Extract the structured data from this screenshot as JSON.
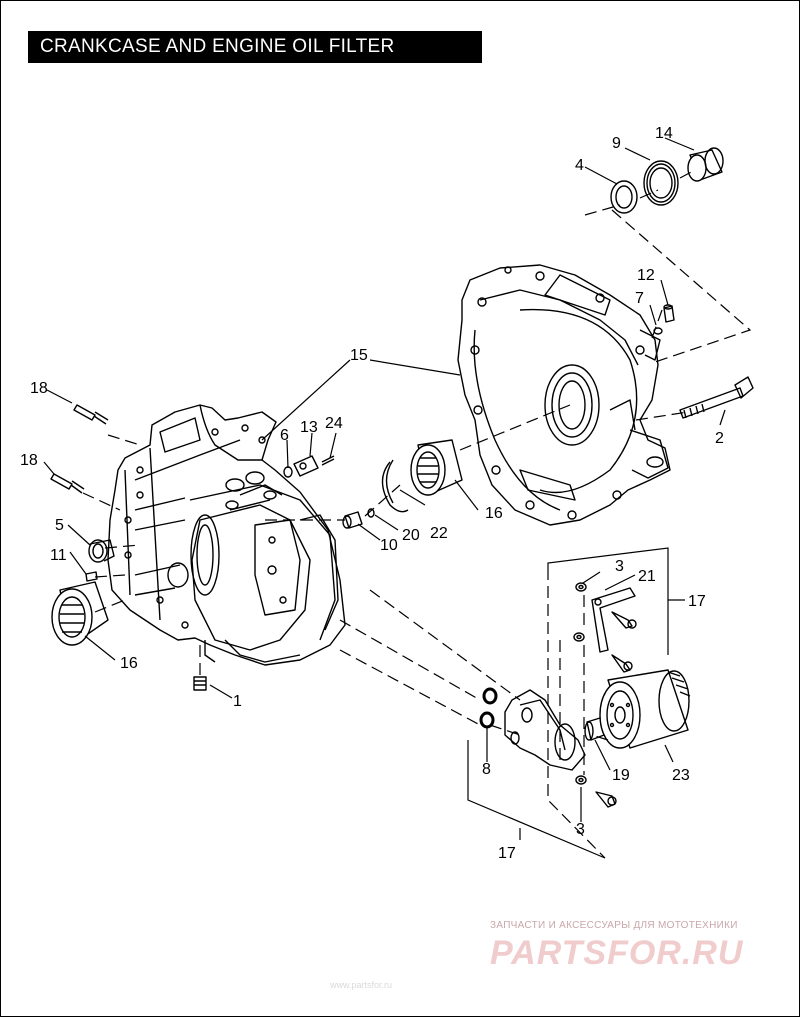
{
  "title": "CRANKCASE AND ENGINE OIL FILTER",
  "callouts": [
    {
      "id": "c1",
      "text": "1"
    },
    {
      "id": "c2",
      "text": "2"
    },
    {
      "id": "c3a",
      "text": "3"
    },
    {
      "id": "c3b",
      "text": "3"
    },
    {
      "id": "c4",
      "text": "4"
    },
    {
      "id": "c5",
      "text": "5"
    },
    {
      "id": "c6",
      "text": "6"
    },
    {
      "id": "c7",
      "text": "7"
    },
    {
      "id": "c8",
      "text": "8"
    },
    {
      "id": "c9",
      "text": "9"
    },
    {
      "id": "c10",
      "text": "10"
    },
    {
      "id": "c11",
      "text": "11"
    },
    {
      "id": "c12",
      "text": "12"
    },
    {
      "id": "c13",
      "text": "13"
    },
    {
      "id": "c14",
      "text": "14"
    },
    {
      "id": "c15",
      "text": "15"
    },
    {
      "id": "c16a",
      "text": "16"
    },
    {
      "id": "c16b",
      "text": "16"
    },
    {
      "id": "c17a",
      "text": "17"
    },
    {
      "id": "c17b",
      "text": "17"
    },
    {
      "id": "c18a",
      "text": "18"
    },
    {
      "id": "c18b",
      "text": "18"
    },
    {
      "id": "c19",
      "text": "19"
    },
    {
      "id": "c20",
      "text": "20"
    },
    {
      "id": "c21",
      "text": "21"
    },
    {
      "id": "c22",
      "text": "22"
    },
    {
      "id": "c23",
      "text": "23"
    },
    {
      "id": "c24",
      "text": "24"
    }
  ],
  "watermark": {
    "tagline": "ЗАПЧАСТИ И АКСЕССУАРЫ ДЛЯ МОТОТЕХНИКИ",
    "logo": "PARTSFOR.RU",
    "faint_text": "www.partsfor.ru"
  }
}
